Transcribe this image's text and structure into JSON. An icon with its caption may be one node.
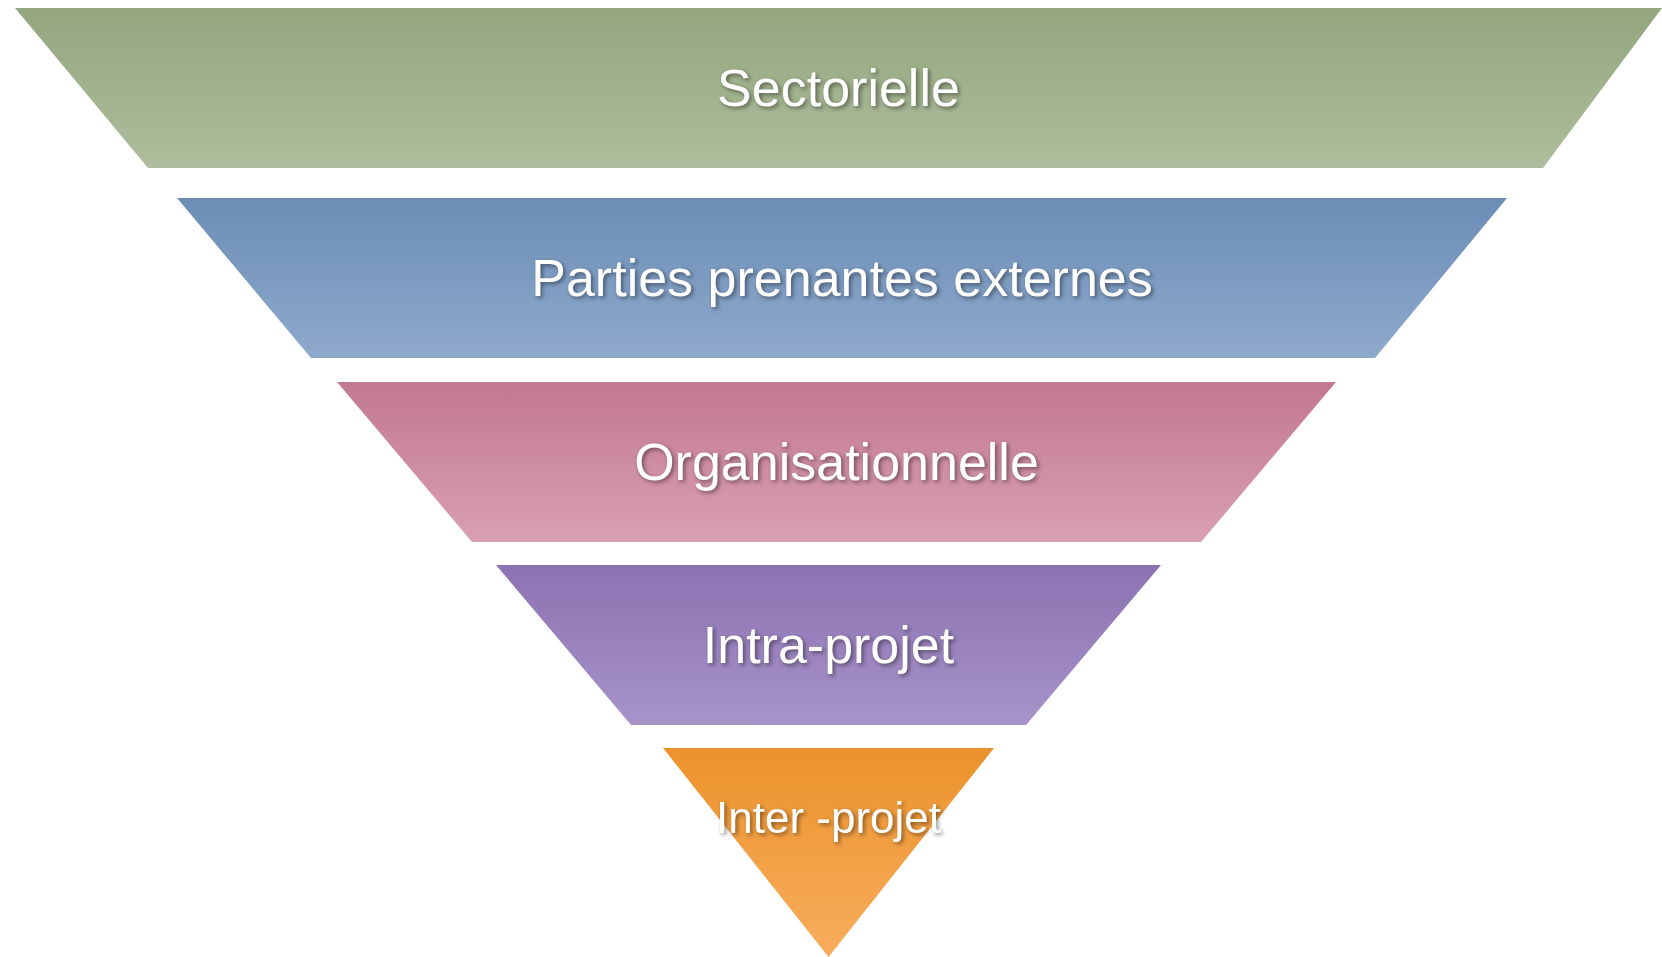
{
  "diagram": {
    "nodes": [
      {
        "text": [
          "Sectorielle"
        ]
      },
      {
        "text": [
          "Parties prenantes externes"
        ]
      },
      {
        "text": [
          "Organisationnelle"
        ]
      },
      {
        "text": [
          "Intra-projet"
        ]
      },
      {
        "text": [
          "Inter -projet"
        ]
      }
    ]
  }
}
